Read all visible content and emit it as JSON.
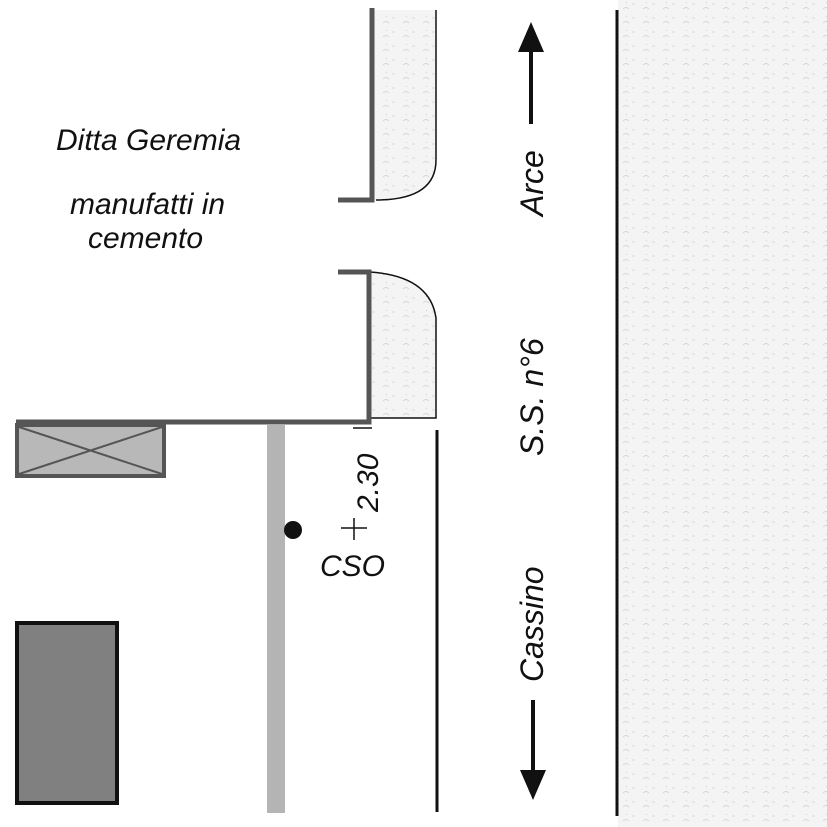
{
  "labels": {
    "company_name": "Ditta Geremia",
    "company_desc_line1": "manufatti in",
    "company_desc_line2": "cemento",
    "direction_north": "Arce",
    "road_name": "S.S. n°6",
    "direction_south": "Cassino",
    "measurement": "2.30",
    "point_label": "CSO"
  },
  "colors": {
    "ink": "#111111",
    "wall": "#555555",
    "pipe": "#b4b4b4",
    "building_fill": "#808080",
    "crossed_box_fill": "#b8b8b8",
    "hatch_fill": "#f4f4f4"
  }
}
